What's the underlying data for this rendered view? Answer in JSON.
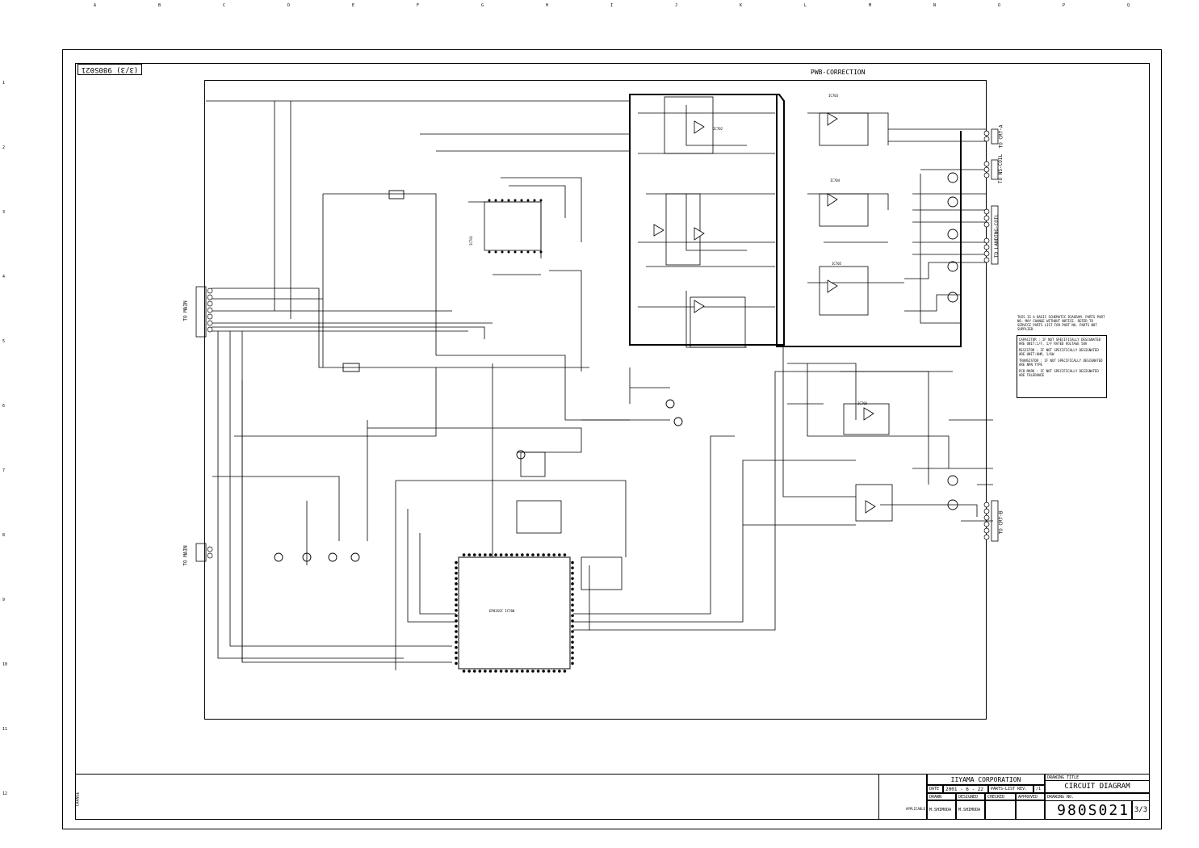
{
  "zones_top": [
    "A",
    "B",
    "C",
    "D",
    "E",
    "F",
    "G",
    "H",
    "I",
    "J",
    "K",
    "L",
    "M",
    "N",
    "O",
    "P",
    "Q"
  ],
  "zones_left": [
    "1",
    "2",
    "3",
    "4",
    "5",
    "6",
    "7",
    "8",
    "9",
    "10",
    "11",
    "12"
  ],
  "sheet_tag": "(3/3) 980S021",
  "section_title": "PWB-CORRECTION",
  "connectors": {
    "to_main_1": "TO MAIN",
    "to_main_2": "TO MAIN",
    "to_crt_a": "TO CRT-A",
    "to_ns_coil": "TO NS-COIL",
    "to_landing_coil": "TO LANDING-COIL",
    "to_crt_b": "TO CRT-B"
  },
  "ics": {
    "main_ic": "EP83SSF  IC700",
    "ic701": "IC701",
    "ic702": "IC702",
    "ic703": "IC703",
    "ic704": "IC704",
    "ic705": "IC705",
    "ic706": "IC706"
  },
  "notes_text": "THIS IS A BASIC SCHEMATIC DIAGRAM. PARTS PART NO. MAY CHANGE WITHOUT NOTICE. REFER TO SERVICE PARTS LIST FOR PART NO. PARTS NOT SUPPLIED.",
  "legend": [
    "CAPACITOR : IF NOT SPECIFICALLY DESIGNATED ARE UNIT:1/F, 1/F RATED VOLTAGE 50V",
    "RESISTOR : IF NOT SPECIFICALLY DESIGNATED ARE UNIT:OHM, 1/6W",
    "TRANSISTOR : IF NOT SPECIFICALLY DESIGNATED ARE NPN TYPE",
    "PCB MARK : IF NOT SPECIFICALLY DESIGNATED ARE TOLERANCE"
  ],
  "title_block": {
    "company": "IIYAMA CORPORATION",
    "drawing_title_label": "DRAWING TITLE",
    "drawing_title": "CIRCUIT DIAGRAM",
    "date_label": "DATE",
    "date": "2001 - 6 - 22",
    "parts_list_label": "PARTS-LIST REV.",
    "parts_list_rev": "/1",
    "drawn_label": "DRAWN",
    "designed_label": "DESIGNED",
    "checked_label": "CHECKED",
    "approved_label": "APPROVED",
    "drawn_by": "M.SHIMODA",
    "designed_by": "M.SHIMODA",
    "drawing_no_label": "DRAWING NO.",
    "drawing_no": "980S021",
    "sheet": "3/3",
    "applicable_label": "APPLICABLE",
    "change_label": "CHANGE"
  }
}
